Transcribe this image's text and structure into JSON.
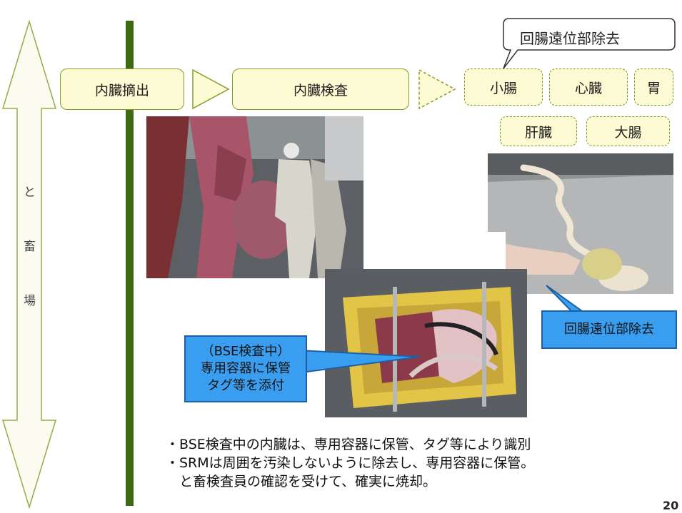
{
  "side_label": [
    "と",
    "畜",
    "場"
  ],
  "steps": {
    "step1": "内臓摘出",
    "step2": "内臓検査"
  },
  "organs": {
    "small_intestine": "小腸",
    "heart": "心臓",
    "stomach": "胃",
    "liver": "肝臓",
    "large_intestine": "大腸"
  },
  "ileum_top_label": "回腸遠位部除去",
  "ileum_callout": "回腸遠位部除去",
  "container_callout": [
    "（BSE検査中）",
    "専用容器に保管",
    "タグ等を添付"
  ],
  "bullets": [
    "・BSE検査中の内臓は、専用容器に保管、タグ等により識別",
    "・SRMは周囲を汚染しないように除去し、専用容器に保管。",
    "　と畜検査員の確認を受けて、確実に焼却。"
  ],
  "page_number": "20"
}
